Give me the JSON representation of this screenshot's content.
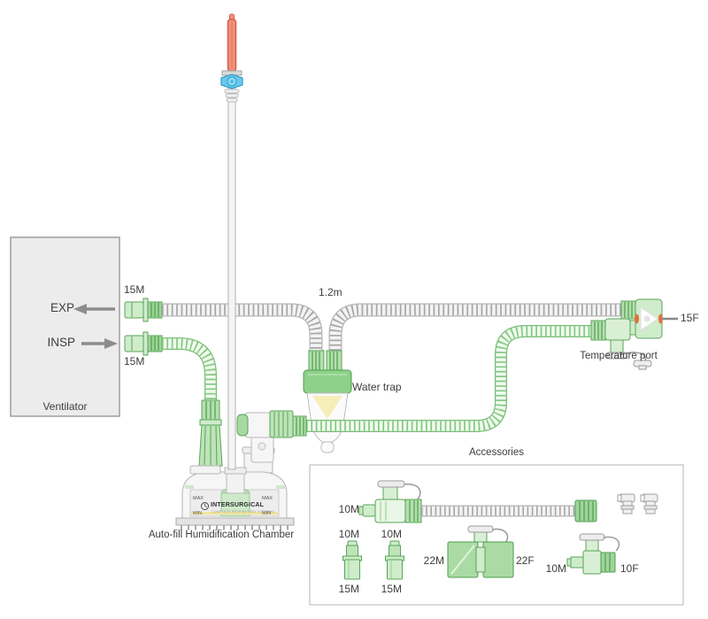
{
  "ventilator": {
    "label": "Ventilator",
    "exp": "EXP",
    "insp": "INSP",
    "exp_port": "15M",
    "insp_port": "15M"
  },
  "circuit": {
    "tube_length": "1.2m",
    "water_trap": "Water trap",
    "patient_port": "15F",
    "temp_port": "Temperature port"
  },
  "chamber": {
    "label": "Auto-fill Humidification Chamber",
    "brand": "INTERSURGICAL",
    "tagline": "COMPLETE RESPIRATORY SYSTEMS",
    "max": "MAX",
    "min": "MIN"
  },
  "accessories": {
    "title": "Accessories",
    "catheter_mount_port": "10M",
    "adapter1_top": "10M",
    "adapter1_bottom": "15M",
    "adapter2_top": "10M",
    "adapter2_bottom": "15M",
    "connector22_left": "22M",
    "connector22_right": "22F",
    "connector10_left": "10M",
    "connector10_right": "10F"
  },
  "colors": {
    "connector_green": "#57a457",
    "tube_green": "#84c981",
    "tube_gray": "#a6a6a6",
    "spike_red": "#e98874",
    "clamp_blue": "#69c8ef",
    "water_yellow": "#f6edb8"
  }
}
